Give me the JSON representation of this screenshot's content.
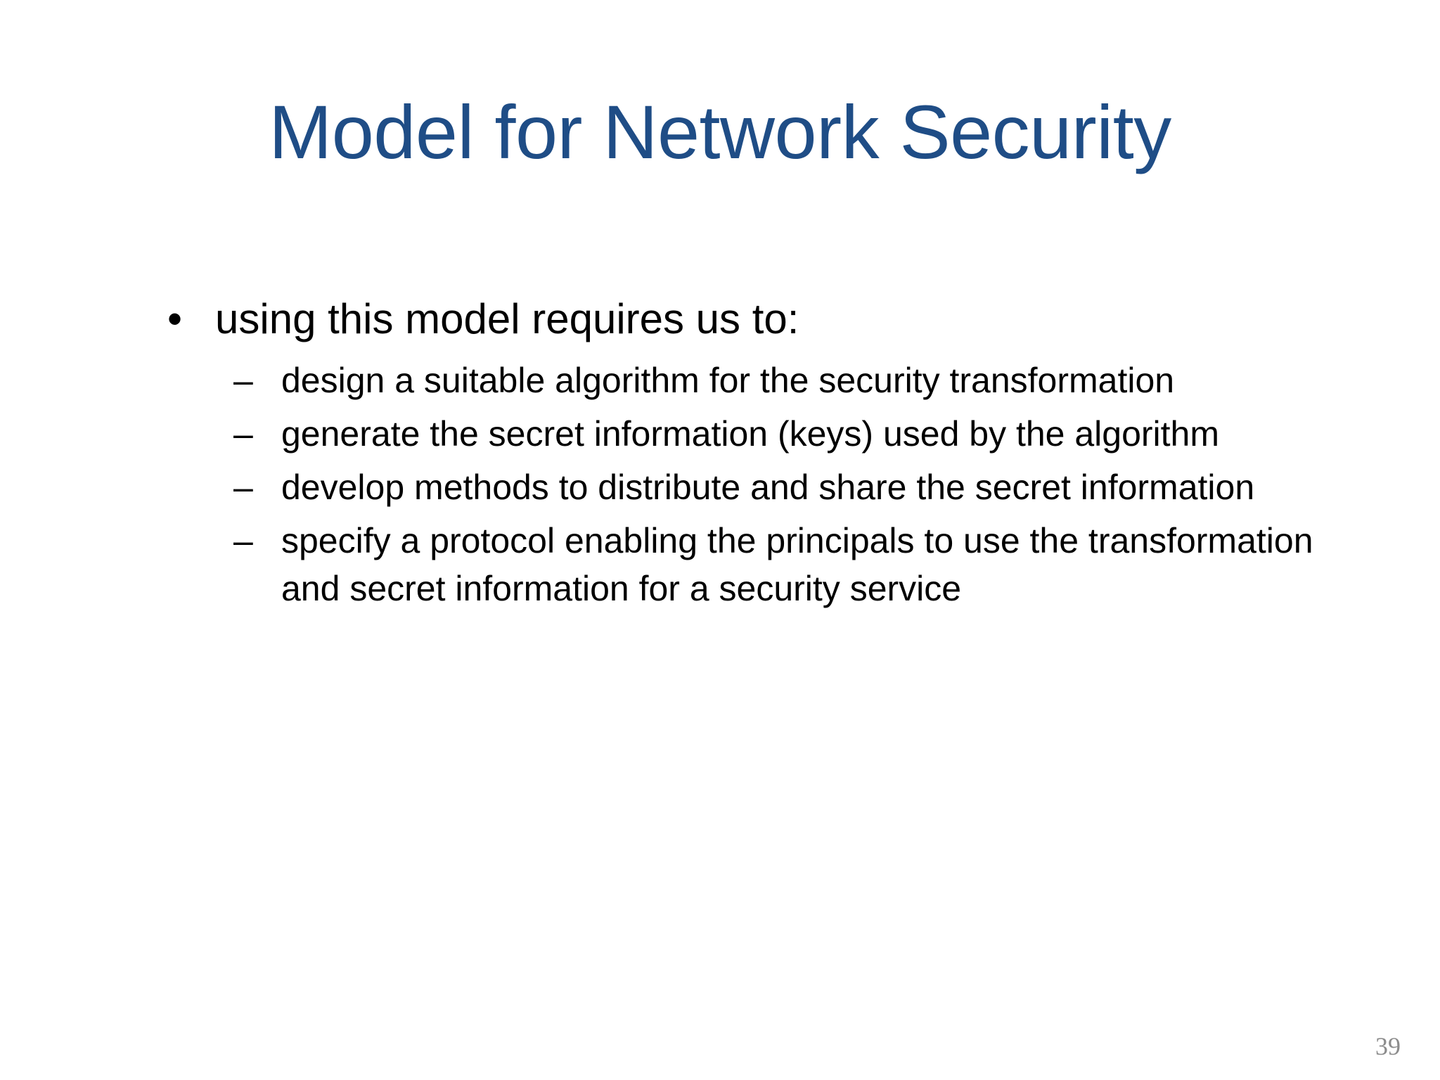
{
  "slide": {
    "title": "Model for Network Security",
    "title_color": "#1F4D86",
    "background_color": "#FFFFFF",
    "body_text_color": "#000000",
    "page_number": "39",
    "page_number_color": "#8C8C8C"
  },
  "content": {
    "level1": {
      "marker": "•",
      "marker_name": "bullet-dot",
      "text": "using this model requires us to:"
    },
    "level2": {
      "marker": "–",
      "marker_name": "bullet-dash",
      "items": [
        {
          "text": "design a suitable algorithm for the security transformation"
        },
        {
          "text": "generate the secret information (keys) used by the algorithm"
        },
        {
          "text": "develop methods to distribute and share the secret information"
        },
        {
          "text": "specify a protocol enabling the principals to use the transformation and secret information for a security service"
        }
      ]
    }
  }
}
